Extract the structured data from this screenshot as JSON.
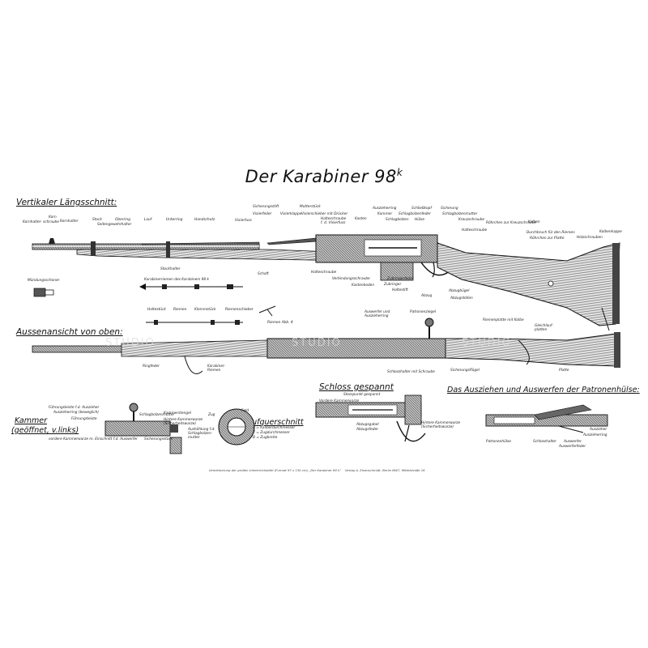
{
  "title": {
    "main": "Der Karabiner 98",
    "sup": "k"
  },
  "headings": {
    "longitudinal": "Vertikaler Längsschnitt:",
    "top_view": "Aussenansicht von oben:",
    "bolt_cocked": "Schloss gespannt",
    "extraction": "Das Ausziehen und Auswerfen der Patronenhülse:",
    "bolt": "Kammer",
    "bolt_sub": "(geöffnet, v.links)",
    "barrel_section": "Laufquerschnitt"
  },
  "labels": {
    "kornhalterschraube": "Kornhalter-\nschraube",
    "korn": "Korn",
    "kornhalter": "Kornhalter",
    "stock": "Stock",
    "oberring": "Oberring",
    "seitengewehrhalter": "Seitengewehrhalter",
    "lauf": "Lauf",
    "unterring": "Unterring",
    "handschutz": "Handschutz",
    "sicherungsstift": "Sicherungsstift",
    "visierfeder": "Visierfeder",
    "visierklappe": "Visierklappe",
    "visierfuss": "Visierfuss",
    "mutterstueck": "Mutterstück",
    "visierschieber": "Visierschieber mit Drücker",
    "halteschraube_visierfuss": "Halteschraube\nf. d. Visierfuss",
    "kasten": "Kasten",
    "auszieherring": "Auszieherring",
    "kammer": "Kammer",
    "schlagbolzen": "Schlagbolzen",
    "schlagbolzenfeder": "Schlagbolzenfeder",
    "schliesskopf": "Schließkopf",
    "huelse": "Hülse",
    "sicherung": "Sicherung",
    "schlagbolzenmutter": "Schlagbolzenmutter",
    "kreuzschraube": "Kreuzschraube",
    "haltesschraube": "Halteschraube",
    "roehrchen_kreuzschraube": "Röhrchen zur Kreuzschraube",
    "kolben": "Kolben",
    "durchbruch": "Durchbruch für den Riemen",
    "roehrchen_platte": "Röhrchen zur Platte",
    "holzschrauben": "Holzschrauben",
    "kolbenkappe": "Kolbenkappe",
    "stockhalter": "Stockhalter",
    "schaft": "Schaft",
    "halteschraube2": "Halteschraube",
    "verbindungsschraube": "Verbindungsschraube",
    "kastenboden": "Kastenboden",
    "zubringer": "Zubringer",
    "zubringerfeder": "Zubringerfeder",
    "haltestift": "Haltestift",
    "abzug": "Abzug",
    "abzugbuegel": "Abzugbügel",
    "abzugstollen": "Abzugstollen",
    "muendungsschoner": "Mündungsschoner",
    "karabinerriemen": "Karabinerriemen des Karabiners 98 k",
    "haltestueck": "Haltestück",
    "riemen": "Riemen",
    "klemmstueck": "Klemmstück",
    "riemenschieber": "Riemenschieber",
    "riemen_abb": "Riemen Abb. 4",
    "auswerfer_auszieherring": "Auswerfer und\nAuszieherring",
    "patronenzieher": "Patronenziegel",
    "riemenplatte": "Riemenplatte mit Kolbe",
    "gleichlauf": "Gleichlauf-\nplatten",
    "ringfeder": "Ringfeder",
    "karabinerriemen2": "Karabiner-\nRiemen",
    "schlosshalter": "Schlosshalter mit Schraube",
    "sicherungsfluegel": "Sicherungsflügel",
    "platte": "Platte",
    "vordere_kammerwarze": "Vordere Kammerwarze",
    "stosspunkt": "Stosspunkt gespannt",
    "hintere_kammerwarze": "Hintere Kammerwarze\n(Sicherheitswarze)",
    "abzugsgabel": "Abzugsgabel",
    "abzugsfeder": "Abzugsfeder",
    "fuehrungsleiste_auszieher": "Führungsleiste f.d. Auszieher",
    "auszieherring_beweglich": "Auszieherring (beweglich)",
    "fuehrungsleiste": "Führungsleiste",
    "vordere_kammerwarze_einschnitt": "vordere Kammerwarze m. Einschnitt f.d. Auswerfer",
    "schlagbolzenmutter2": "Schlagbolzenmutter",
    "kammerstengel": "Kammerstengel",
    "hintere_kammerwarze2": "Hintere Kammerwarze\n(Sicherheitswarze)",
    "aushoehlung": "Aushöhlung f.d.\nSchlagbolzen-\nmutter",
    "sicherungsstueck": "Sicherungsstück",
    "feld": "Feld",
    "zug": "Zug",
    "kaliber_a": "A = Kaliberdurchmesser",
    "kaliber_z": "Z = Zugdurchmesser",
    "kaliber_b": "B = Zugbreite",
    "patronenhuelse": "Patronenhülse",
    "schlosshalter2": "Schlosshalter",
    "auswerfer": "Auswerfer",
    "auszieher": "Auszieher",
    "auswerferfeder": "Auswerferfeder",
    "auszieherring2": "Auszieherring"
  },
  "footer": {
    "left": "Verkleinerung der großen Unterrichtstafel (Format 97 x 130 cm) „Der Karabiner 98 k“",
    "right": "Verlag A. Eisenschmidt, Berlin NW7, Mittelstraße 16"
  },
  "watermark": {
    "text": "STUDIO"
  },
  "colors": {
    "ink": "#111111",
    "wood": "#c9c9c9",
    "metal": "#3a3a3a",
    "background": "#ffffff"
  }
}
